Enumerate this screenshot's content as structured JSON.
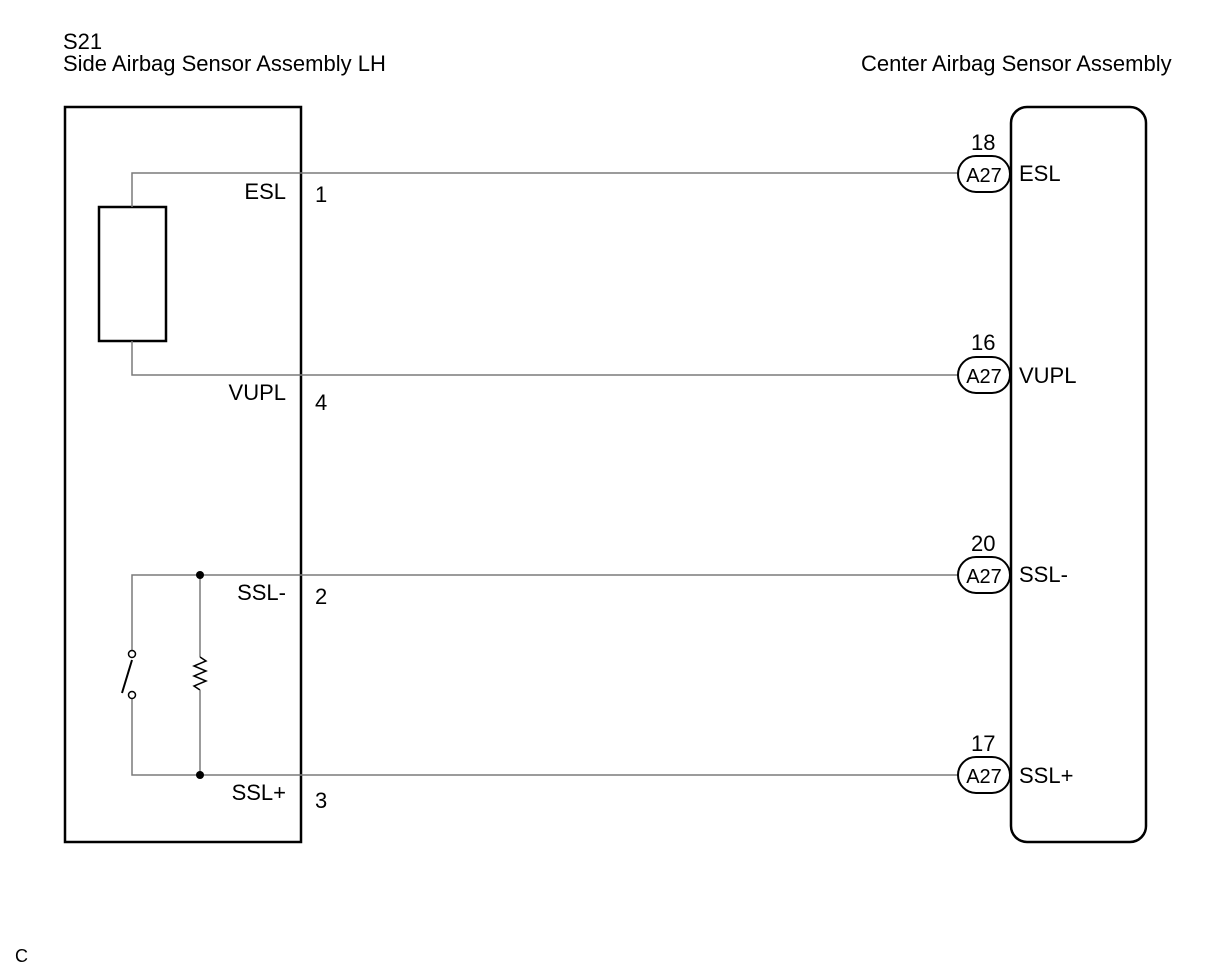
{
  "left_component": {
    "id": "S21",
    "name": "Side Airbag Sensor Assembly LH"
  },
  "right_component": {
    "name": "Center Airbag Sensor Assembly"
  },
  "connector_label": "A27",
  "wires": [
    {
      "left_label": "ESL",
      "left_pin": "1",
      "right_pin": "18",
      "right_label": "ESL"
    },
    {
      "left_label": "VUPL",
      "left_pin": "4",
      "right_pin": "16",
      "right_label": "VUPL"
    },
    {
      "left_label": "SSL-",
      "left_pin": "2",
      "right_pin": "20",
      "right_label": "SSL-"
    },
    {
      "left_label": "SSL+",
      "left_pin": "3",
      "right_pin": "17",
      "right_label": "SSL+"
    }
  ],
  "footer_code": "C",
  "colors": {
    "line": "#000000",
    "wire": "#7a7a7a",
    "background": "#ffffff"
  }
}
